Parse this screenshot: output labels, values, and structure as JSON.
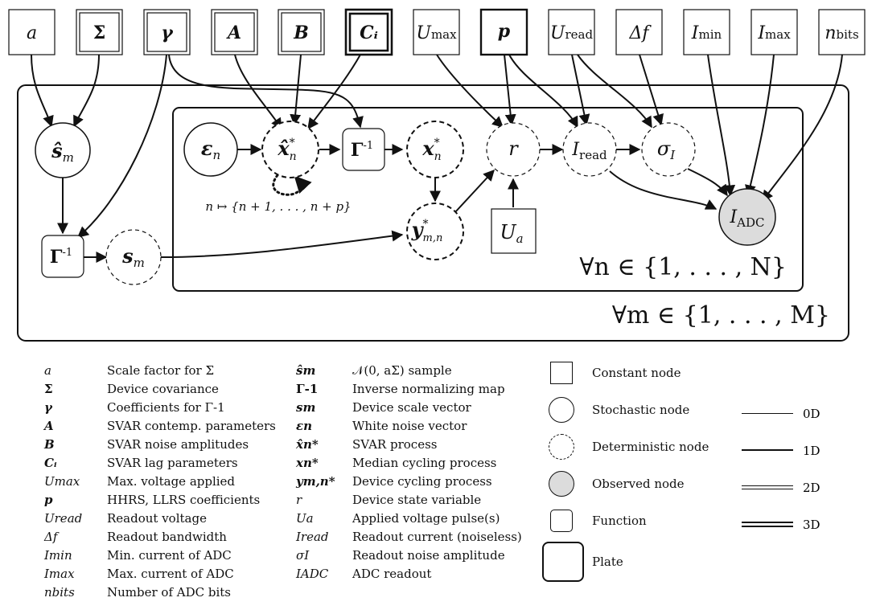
{
  "top_nodes": [
    {
      "id": "a",
      "label": "a",
      "border": "single"
    },
    {
      "id": "Sigma",
      "label": "Σ",
      "border": "double"
    },
    {
      "id": "gamma",
      "label": "γ",
      "border": "double"
    },
    {
      "id": "A",
      "label": "A",
      "border": "double"
    },
    {
      "id": "B",
      "label": "B",
      "border": "double"
    },
    {
      "id": "Ci",
      "label": "Cᵢ",
      "border": "thick-double"
    },
    {
      "id": "Umax",
      "label": "U",
      "sub": "max",
      "border": "single"
    },
    {
      "id": "p",
      "label": "p",
      "border": "thick"
    },
    {
      "id": "Uread",
      "label": "U",
      "sub": "read",
      "border": "single"
    },
    {
      "id": "df",
      "label": "Δf",
      "border": "single"
    },
    {
      "id": "Imin",
      "label": "I",
      "sub": "min",
      "border": "single"
    },
    {
      "id": "Imax",
      "label": "I",
      "sub": "max",
      "border": "single"
    },
    {
      "id": "nbits",
      "label": "n",
      "sub": "bits",
      "border": "single"
    }
  ],
  "nodes": {
    "s_hat_m": {
      "label": "ŝ",
      "sub": "m",
      "kind": "stochastic"
    },
    "gamma_inv_outer": {
      "label": "Γ",
      "sup": "-1",
      "kind": "function"
    },
    "s_m": {
      "label": "s",
      "sub": "m",
      "kind": "deterministic"
    },
    "eps_n": {
      "label": "ε",
      "sub": "n",
      "kind": "stochastic"
    },
    "x_hat_n": {
      "label": "x̂",
      "sup": "*",
      "sub": "n",
      "kind": "deterministic"
    },
    "gamma_inv_inner": {
      "label": "Γ",
      "sup": "-1",
      "kind": "function"
    },
    "x_n": {
      "label": "x",
      "sup": "*",
      "sub": "n",
      "kind": "deterministic"
    },
    "y_mn": {
      "label": "y",
      "sup": "*",
      "sub": "m,n",
      "kind": "deterministic"
    },
    "r": {
      "label": "r",
      "kind": "deterministic"
    },
    "Ua": {
      "label": "U",
      "sub": "a",
      "kind": "constant"
    },
    "I_read": {
      "label": "I",
      "sub": "read",
      "kind": "deterministic"
    },
    "sigma_I": {
      "label": "σ",
      "sub": "I",
      "kind": "deterministic"
    },
    "I_ADC": {
      "label": "I",
      "sub": "ADC",
      "kind": "observed"
    }
  },
  "self_loop_label": "n ↦ {n + 1, . . . , n + p}",
  "inner_plate_label": "∀n ∈ {1, . . . , N}",
  "outer_plate_label": "∀m ∈ {1, . . . , M}",
  "legend_variables": [
    {
      "symbol": "a",
      "desc": "Scale factor for Σ"
    },
    {
      "symbol": "Σ",
      "desc": "Device covariance"
    },
    {
      "symbol": "γ",
      "desc": "Coefficients for Γ-1"
    },
    {
      "symbol": "A",
      "desc": "SVAR contemp. parameters"
    },
    {
      "symbol": "B",
      "desc": "SVAR noise amplitudes"
    },
    {
      "symbol": "Cᵢ",
      "desc": "SVAR lag parameters"
    },
    {
      "symbol": "Umax",
      "desc": "Max. voltage applied"
    },
    {
      "symbol": "p",
      "desc": "HHRS, LLRS coefficients"
    },
    {
      "symbol": "Uread",
      "desc": "Readout voltage"
    },
    {
      "symbol": "Δf",
      "desc": "Readout bandwidth"
    },
    {
      "symbol": "Imin",
      "desc": "Min. current of ADC"
    },
    {
      "symbol": "Imax",
      "desc": "Max. current of ADC"
    },
    {
      "symbol": "nbits",
      "desc": "Number of ADC bits"
    }
  ],
  "legend_variables_2": [
    {
      "symbol": "ŝm",
      "desc": "𝒩(0, aΣ) sample"
    },
    {
      "symbol": "Γ-1",
      "desc": "Inverse normalizing map"
    },
    {
      "symbol": "sm",
      "desc": "Device scale vector"
    },
    {
      "symbol": "εn",
      "desc": "White noise vector"
    },
    {
      "symbol": "x̂n*",
      "desc": "SVAR process"
    },
    {
      "symbol": "xn*",
      "desc": "Median cycling process"
    },
    {
      "symbol": "ym,n*",
      "desc": "Device cycling process"
    },
    {
      "symbol": "r",
      "desc": "Device state variable"
    },
    {
      "symbol": "Ua",
      "desc": "Applied voltage pulse(s)"
    },
    {
      "symbol": "Iread",
      "desc": "Readout current (noiseless)"
    },
    {
      "symbol": "σI",
      "desc": "Readout noise amplitude"
    },
    {
      "symbol": "IADC",
      "desc": "ADC readout"
    }
  ],
  "legend_node_types": [
    {
      "shape": "constant",
      "label": "Constant node"
    },
    {
      "shape": "stochastic",
      "label": "Stochastic node"
    },
    {
      "shape": "deterministic",
      "label": "Deterministic node"
    },
    {
      "shape": "observed",
      "label": "Observed node"
    },
    {
      "shape": "function",
      "label": "Function"
    },
    {
      "shape": "plate",
      "label": "Plate"
    }
  ],
  "legend_line_widths": [
    {
      "style": "thin",
      "label": "0D"
    },
    {
      "style": "thick",
      "label": "1D"
    },
    {
      "style": "double",
      "label": "2D"
    },
    {
      "style": "thick-double",
      "label": "3D"
    }
  ],
  "colors": {
    "observed_fill": "#dcdcdc",
    "stroke": "#111111"
  }
}
